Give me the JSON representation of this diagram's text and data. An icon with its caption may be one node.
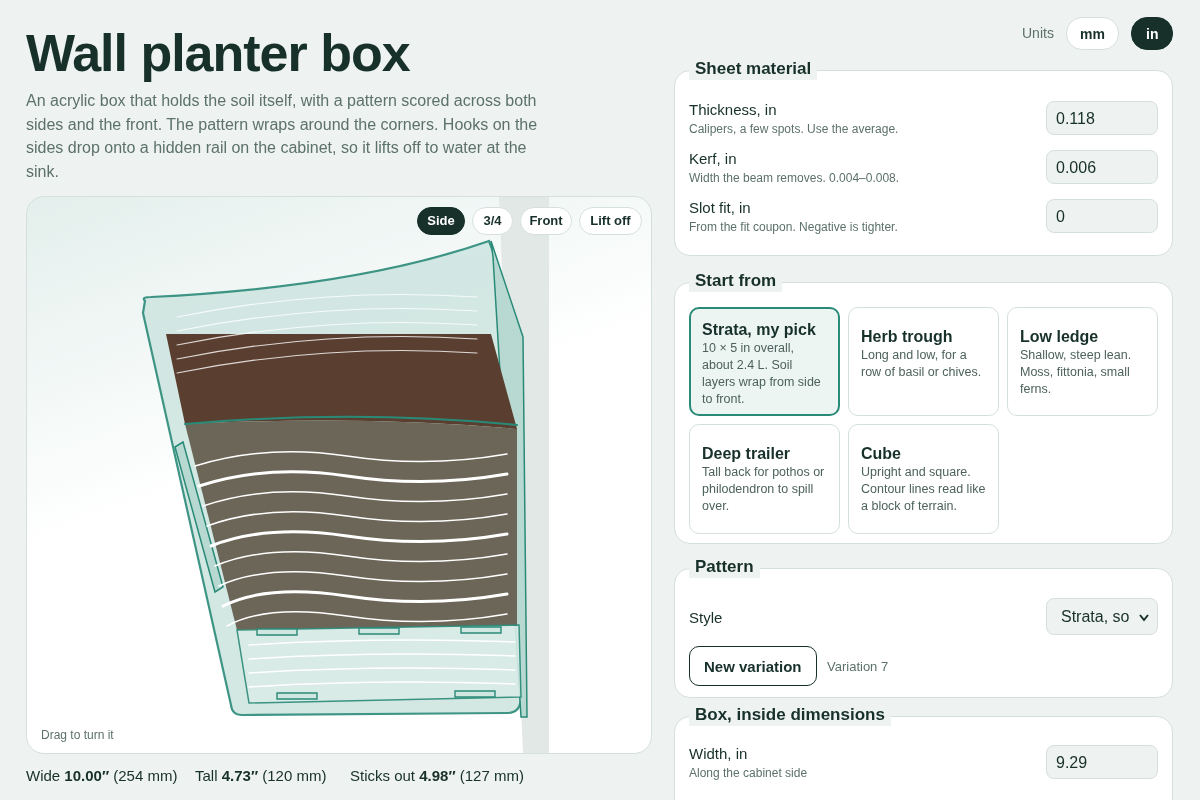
{
  "diagram": {
    "title": "Wall planter box",
    "nodes": [
      {
        "text": [
          "Sheet material"
        ]
      },
      {
        "text": [
          "Start from"
        ]
      },
      {
        "text": [
          "Strata, my pick",
          "10 × 5 in overall, about 2.4 L. Soil layers wrap from side to front."
        ],
        "in": 1
      },
      {
        "text": [
          "Herb trough",
          "Long and low, for a row of basil or chives."
        ],
        "in": 1
      },
      {
        "text": [
          "Low ledge",
          "Shallow, steep lean. Moss, fittonia, small ferns."
        ],
        "in": 1
      },
      {
        "text": [
          "Deep trailer",
          "Tall back for pothos or philodendron to spill over."
        ],
        "in": 1
      },
      {
        "text": [
          "Cube",
          "Upright and square. Contour lines read like a block of terrain."
        ],
        "in": 1
      },
      {
        "text": [
          "Pattern"
        ]
      },
      {
        "text": [
          "Box, inside dimensions"
        ]
      }
    ],
    "labels": [
      "An acrylic box that holds the soil itself, with a pattern scored across both sides and the front. The pattern wraps around the corners. Hooks on the sides drop onto a hidden rail on the cabinet, so it lifts off to water at the sink.",
      "Units",
      "mm",
      "in",
      "Side",
      "3/4",
      "Front",
      "Lift off",
      "Drag to turn it",
      "Wide **10.00″** (254 mm)",
      "Tall **4.73″** (120 mm)",
      "Sticks out **4.98″** (127 mm)",
      "Thickness, in",
      "Calipers, a few spots. Use the average.",
      "0.118",
      "Kerf, in",
      "Width the beam removes. 0.004–0.008.",
      "0.006",
      "Slot fit, in",
      "From the fit coupon. Negative is tighter.",
      "0",
      "Style",
      "Strata, so",
      "New variation",
      "Variation 7",
      "Width, in",
      "Along the cabinet side",
      "9.29"
    ]
  }
}
